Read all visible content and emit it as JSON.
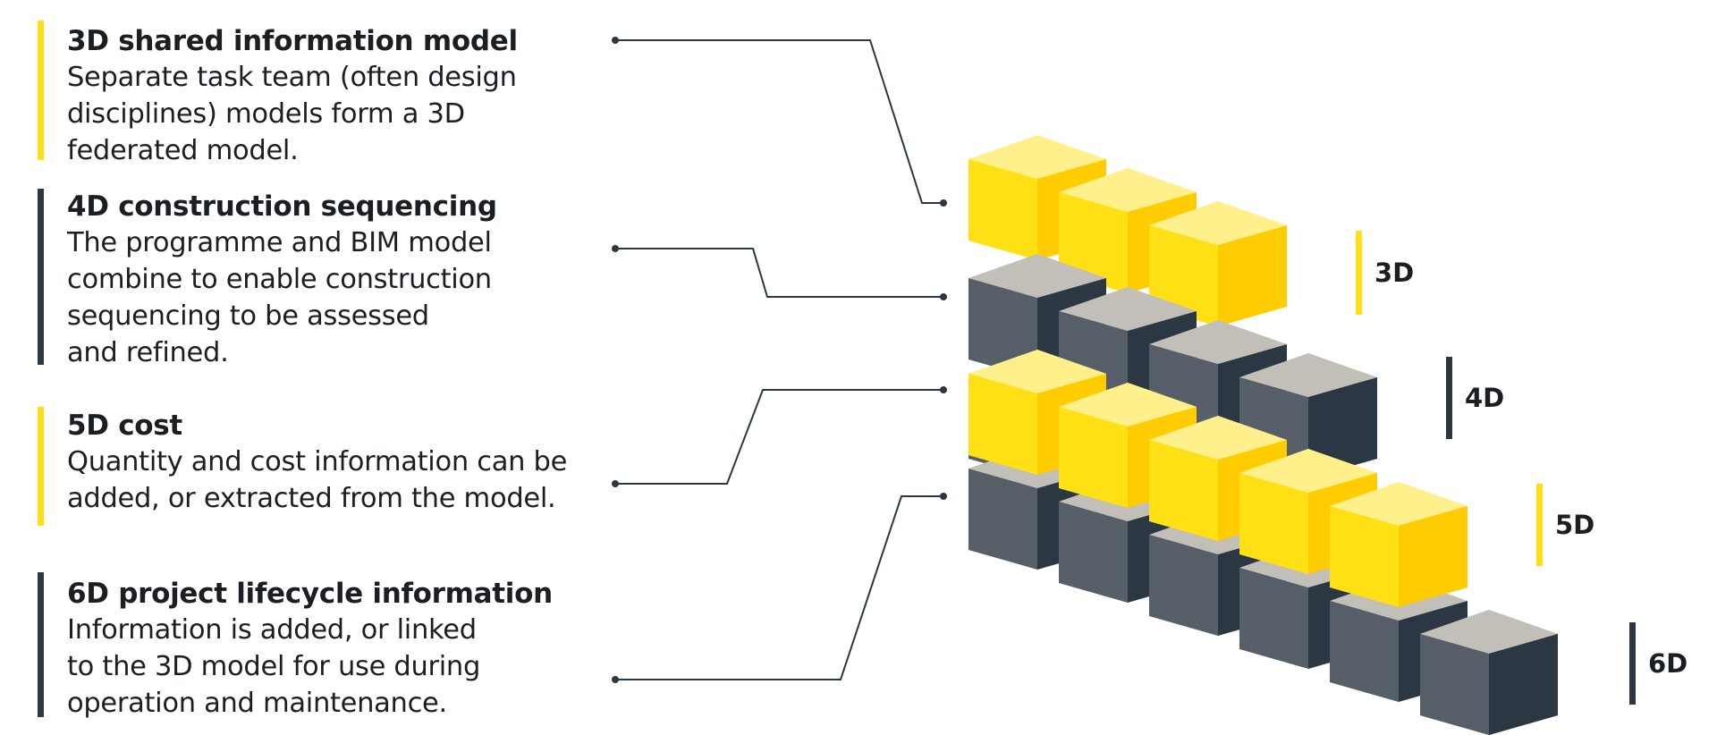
{
  "colors": {
    "yellow_top": "#fff08c",
    "yellow_left": "#ffe014",
    "yellow_right": "#ffcc00",
    "grey_top": "#c2beb8",
    "grey_left": "#565f67",
    "grey_right": "#2b3742",
    "line": "#2b3742"
  },
  "sections": [
    {
      "key": "3d",
      "title": "3D shared information model",
      "body": "Separate task team (often design\ndisciplines) models form a 3D\nfederated model.",
      "accent": "yellow"
    },
    {
      "key": "4d",
      "title": "4D construction sequencing",
      "body": "The programme and BIM model\ncombine to enable construction\nsequencing to be assessed\nand refined.",
      "accent": "dark"
    },
    {
      "key": "5d",
      "title": "5D cost",
      "body": "Quantity and cost information can be\nadded, or extracted from the model.",
      "accent": "yellow"
    },
    {
      "key": "6d",
      "title": "6D project lifecycle information",
      "body": "Information is added, or linked\nto the 3D model for use during\noperation and maintenance.",
      "accent": "dark"
    }
  ],
  "dimension_labels": [
    {
      "key": "3d",
      "text": "3D",
      "accent": "yellow"
    },
    {
      "key": "4d",
      "text": "4D",
      "accent": "dark"
    },
    {
      "key": "5d",
      "text": "5D",
      "accent": "yellow"
    },
    {
      "key": "6d",
      "text": "6D",
      "accent": "dark"
    }
  ]
}
